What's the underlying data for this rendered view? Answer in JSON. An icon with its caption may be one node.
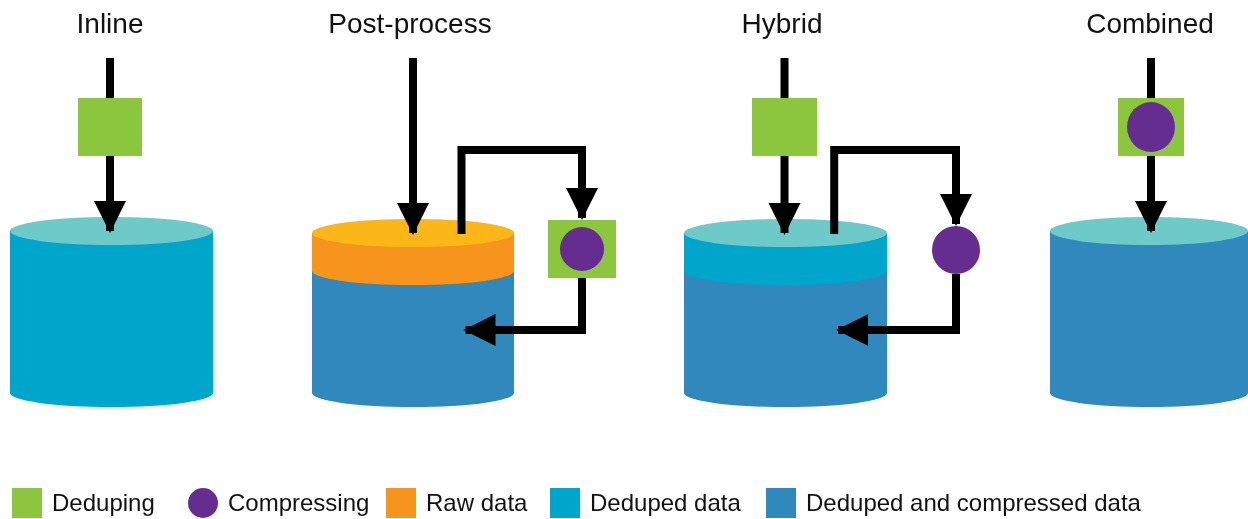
{
  "diagram": {
    "nodes": [
      {
        "text": [],
        "shape": "box"
      },
      {
        "text": [],
        "shape": "cylinder"
      },
      {
        "text": [],
        "shape": "cylinder"
      },
      {
        "text": [],
        "shape": "box"
      },
      {
        "text": [],
        "shape": "circle",
        "in": 3
      },
      {
        "text": [],
        "shape": "box"
      },
      {
        "text": [],
        "shape": "cylinder"
      },
      {
        "text": [],
        "shape": "circle"
      },
      {
        "text": [],
        "shape": "box"
      },
      {
        "text": [],
        "shape": "circle",
        "in": 8
      },
      {
        "text": [],
        "shape": "cylinder"
      }
    ],
    "edges": [
      {
        "from": null,
        "to": 0,
        "arrow": "none"
      },
      {
        "from": 0,
        "to": 1,
        "arrow": "to"
      },
      {
        "from": null,
        "to": 2,
        "arrow": "to"
      },
      {
        "from": 2,
        "to": 3,
        "arrow": "to"
      },
      {
        "from": 3,
        "to": 2,
        "arrow": "to"
      },
      {
        "from": null,
        "to": 5,
        "arrow": "none"
      },
      {
        "from": 5,
        "to": 6,
        "arrow": "to"
      },
      {
        "from": 6,
        "to": 7,
        "arrow": "to"
      },
      {
        "from": 7,
        "to": 6,
        "arrow": "to"
      },
      {
        "from": null,
        "to": 8,
        "arrow": "none"
      },
      {
        "from": 8,
        "to": 10,
        "arrow": "to"
      }
    ],
    "labels": [
      "Inline",
      "Post-process",
      "Hybrid",
      "Combined"
    ],
    "legend": [
      {
        "text": "Deduping",
        "color": "#8cc63f"
      },
      {
        "text": "Compressing",
        "color": "#662d91"
      },
      {
        "text": "Raw data",
        "color": "#f7941d"
      },
      {
        "text": "Deduped data",
        "color": "#00a5cb"
      },
      {
        "text": "Deduped and compressed data",
        "color": "#3088bd"
      }
    ]
  }
}
